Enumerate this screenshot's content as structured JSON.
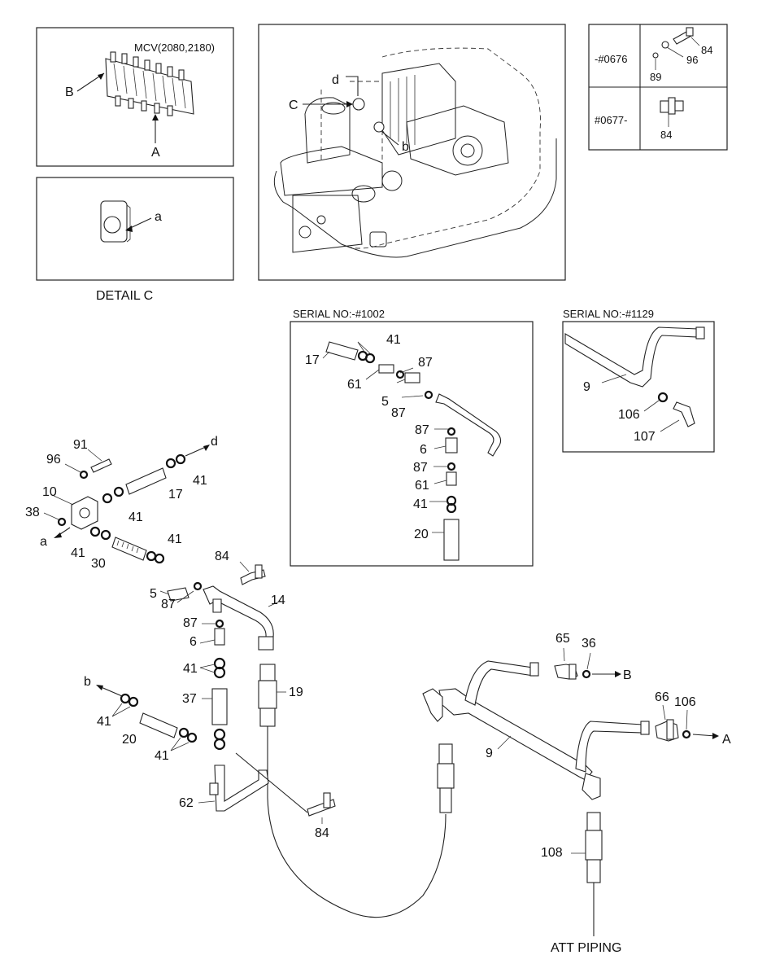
{
  "panels": {
    "mcv": {
      "title": "MCV(2080,2180)",
      "label_b": "B",
      "label_a": "A"
    },
    "detail_c": {
      "caption": "DETAIL C",
      "label_a": "a"
    },
    "machine": {
      "label_d": "d",
      "label_c": "C",
      "label_b": "b"
    },
    "serial_table": {
      "rows": [
        {
          "serial": "-#0676",
          "parts": [
            "84",
            "96",
            "89"
          ]
        },
        {
          "serial": "#0677-",
          "parts": [
            "84"
          ]
        }
      ]
    },
    "serial_1002": {
      "title": "SERIAL NO:-#1002",
      "labels": [
        "17",
        "41",
        "61",
        "87",
        "5",
        "87",
        "87",
        "6",
        "87",
        "61",
        "41",
        "20"
      ]
    },
    "serial_1129": {
      "title": "SERIAL NO:-#1129",
      "labels": [
        "9",
        "106",
        "107"
      ]
    }
  },
  "main_labels": {
    "l91": "91",
    "l96": "96",
    "d": "d",
    "l41a": "41",
    "l10": "10",
    "l17": "17",
    "l41b": "41",
    "l38": "38",
    "a": "a",
    "l41c": "41",
    "l41d": "41",
    "l30": "30",
    "l84a": "84",
    "l5": "5",
    "l87a": "87",
    "l14": "14",
    "l87b": "87",
    "l6": "6",
    "l41e": "41",
    "b": "b",
    "l37": "37",
    "l19": "19",
    "l41f": "41",
    "l20": "20",
    "l41g": "41",
    "l62": "62",
    "l84b": "84",
    "l65": "65",
    "l36": "36",
    "B": "B",
    "l66": "66",
    "l106": "106",
    "A": "A",
    "l9": "9",
    "l108": "108"
  },
  "footer": {
    "att_piping": "ATT PIPING"
  }
}
